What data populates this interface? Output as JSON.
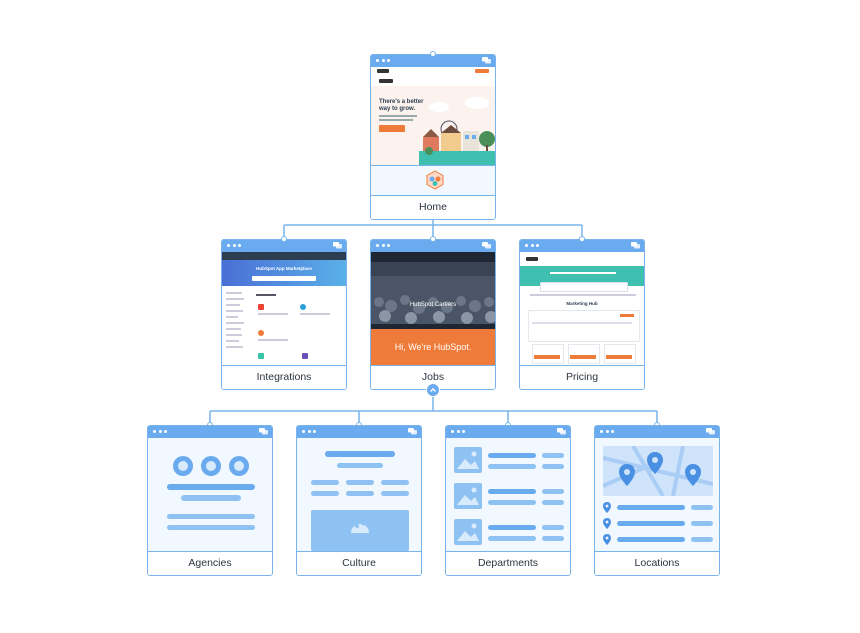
{
  "nodes": {
    "home": {
      "label": "Home"
    },
    "integrations": {
      "label": "Integrations"
    },
    "jobs": {
      "label": "Jobs"
    },
    "pricing": {
      "label": "Pricing"
    },
    "agencies": {
      "label": "Agencies"
    },
    "culture": {
      "label": "Culture"
    },
    "departments": {
      "label": "Departments"
    },
    "locations": {
      "label": "Locations"
    }
  },
  "screenshots": {
    "home_headline_1": "There's a better",
    "home_headline_2": "way to grow.",
    "integrations_title": "HubSpot App Marketplace",
    "jobs_title": "HubSpot Careers",
    "jobs_banner": "Hi, We're HubSpot.",
    "pricing_title": "Marketing Hub"
  },
  "colors": {
    "accent": "#6aaaee",
    "border": "#78b4ea",
    "wire_fill": "#f2f8ff",
    "wire_element": "#8ec2f2",
    "jobs_orange": "#ef7b3a",
    "pricing_teal": "#3fbfb0"
  }
}
